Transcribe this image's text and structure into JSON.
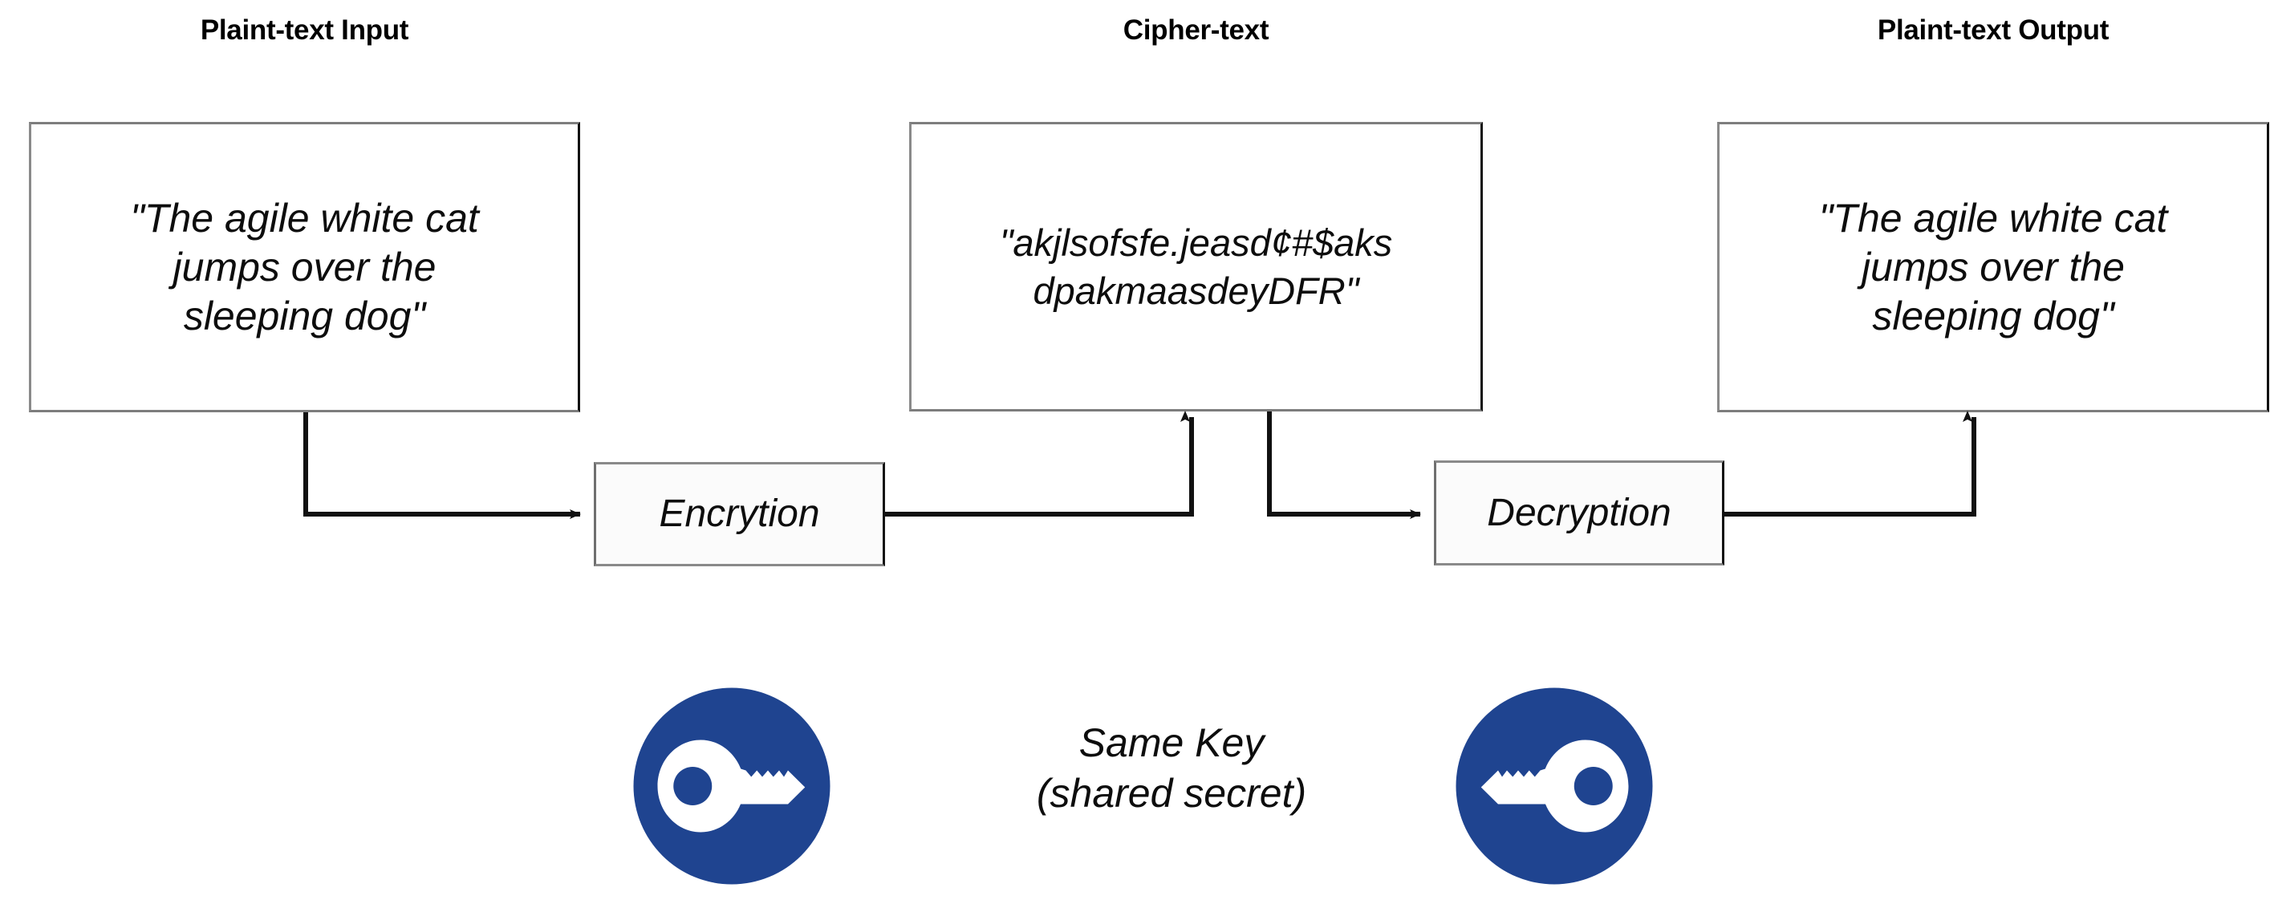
{
  "diagram": {
    "title_hidden": "Symmetric encryption flow",
    "accent_color": "#1f4490",
    "line_color": "#111111",
    "box_border_color": "#8a8a8a",
    "background": "#ffffff"
  },
  "headers": {
    "plaintext_input": "Plaint-text Input",
    "ciphertext": "Cipher-text",
    "plaintext_output": "Plaint-text Output"
  },
  "boxes": {
    "plaintext_input": {
      "text": "\"The agile white cat\njumps over the\nsleeping dog\""
    },
    "ciphertext": {
      "text": "\"akjlsofsfe.jeasd¢#$aks\ndpakmaasdeyDFR\""
    },
    "plaintext_output": {
      "text": "\"The agile white cat\njumps over the\nsleeping dog\""
    }
  },
  "processes": {
    "encryption": "Encrytion",
    "decryption": "Decryption"
  },
  "key": {
    "caption_line1": "Same Key",
    "caption_line2": "(shared secret)",
    "caption": "Same Key\n(shared secret)",
    "left_icon": "key-icon",
    "right_icon": "key-icon",
    "color": "#1f4490"
  },
  "arrows": [
    {
      "name": "input-to-encryption",
      "direction": "right"
    },
    {
      "name": "encryption-to-ciphertext",
      "direction": "up"
    },
    {
      "name": "ciphertext-to-decryption",
      "direction": "right"
    },
    {
      "name": "decryption-to-output",
      "direction": "up"
    }
  ]
}
